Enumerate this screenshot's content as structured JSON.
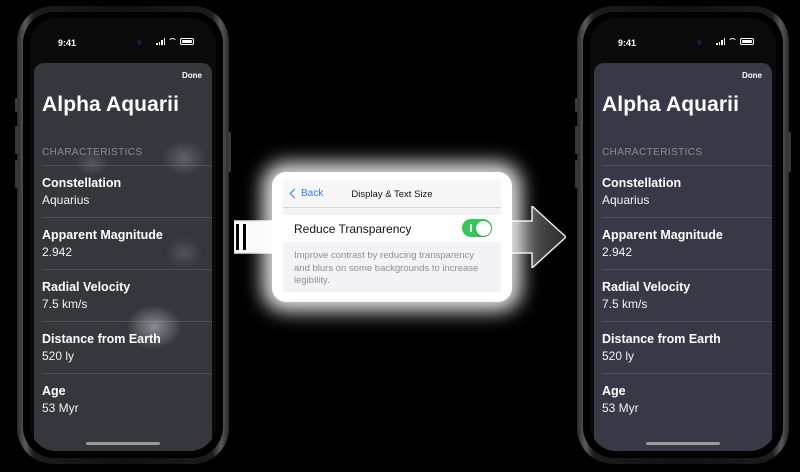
{
  "phone_before": {
    "status": {
      "time": "9:41"
    },
    "done_label": "Done",
    "title": "Alpha Aquarii",
    "section_header": "CHARACTERISTICS",
    "rows": [
      {
        "label": "Constellation",
        "value": "Aquarius"
      },
      {
        "label": "Apparent Magnitude",
        "value": "2.942"
      },
      {
        "label": "Radial Velocity",
        "value": "7.5 km/s"
      },
      {
        "label": "Distance from Earth",
        "value": "520 ly"
      },
      {
        "label": "Age",
        "value": "53 Myr"
      }
    ]
  },
  "phone_after": {
    "status": {
      "time": "9:41"
    },
    "done_label": "Done",
    "title": "Alpha Aquarii",
    "section_header": "CHARACTERISTICS",
    "rows": [
      {
        "label": "Constellation",
        "value": "Aquarius"
      },
      {
        "label": "Apparent Magnitude",
        "value": "2.942"
      },
      {
        "label": "Radial Velocity",
        "value": "7.5 km/s"
      },
      {
        "label": "Distance from Earth",
        "value": "520 ly"
      },
      {
        "label": "Age",
        "value": "53 Myr"
      }
    ]
  },
  "settings_card": {
    "back_label": "Back",
    "nav_title": "Display & Text Size",
    "toggle_label": "Reduce Transparency",
    "toggle_on": true,
    "footer": "Improve contrast by reducing transparency and blurs on some backgrounds to increase legibility."
  },
  "colors": {
    "accent": "#2a7bff",
    "toggle_on": "#34c759",
    "blurred_sheet": "#36373c",
    "solid_sheet": "#373946"
  }
}
